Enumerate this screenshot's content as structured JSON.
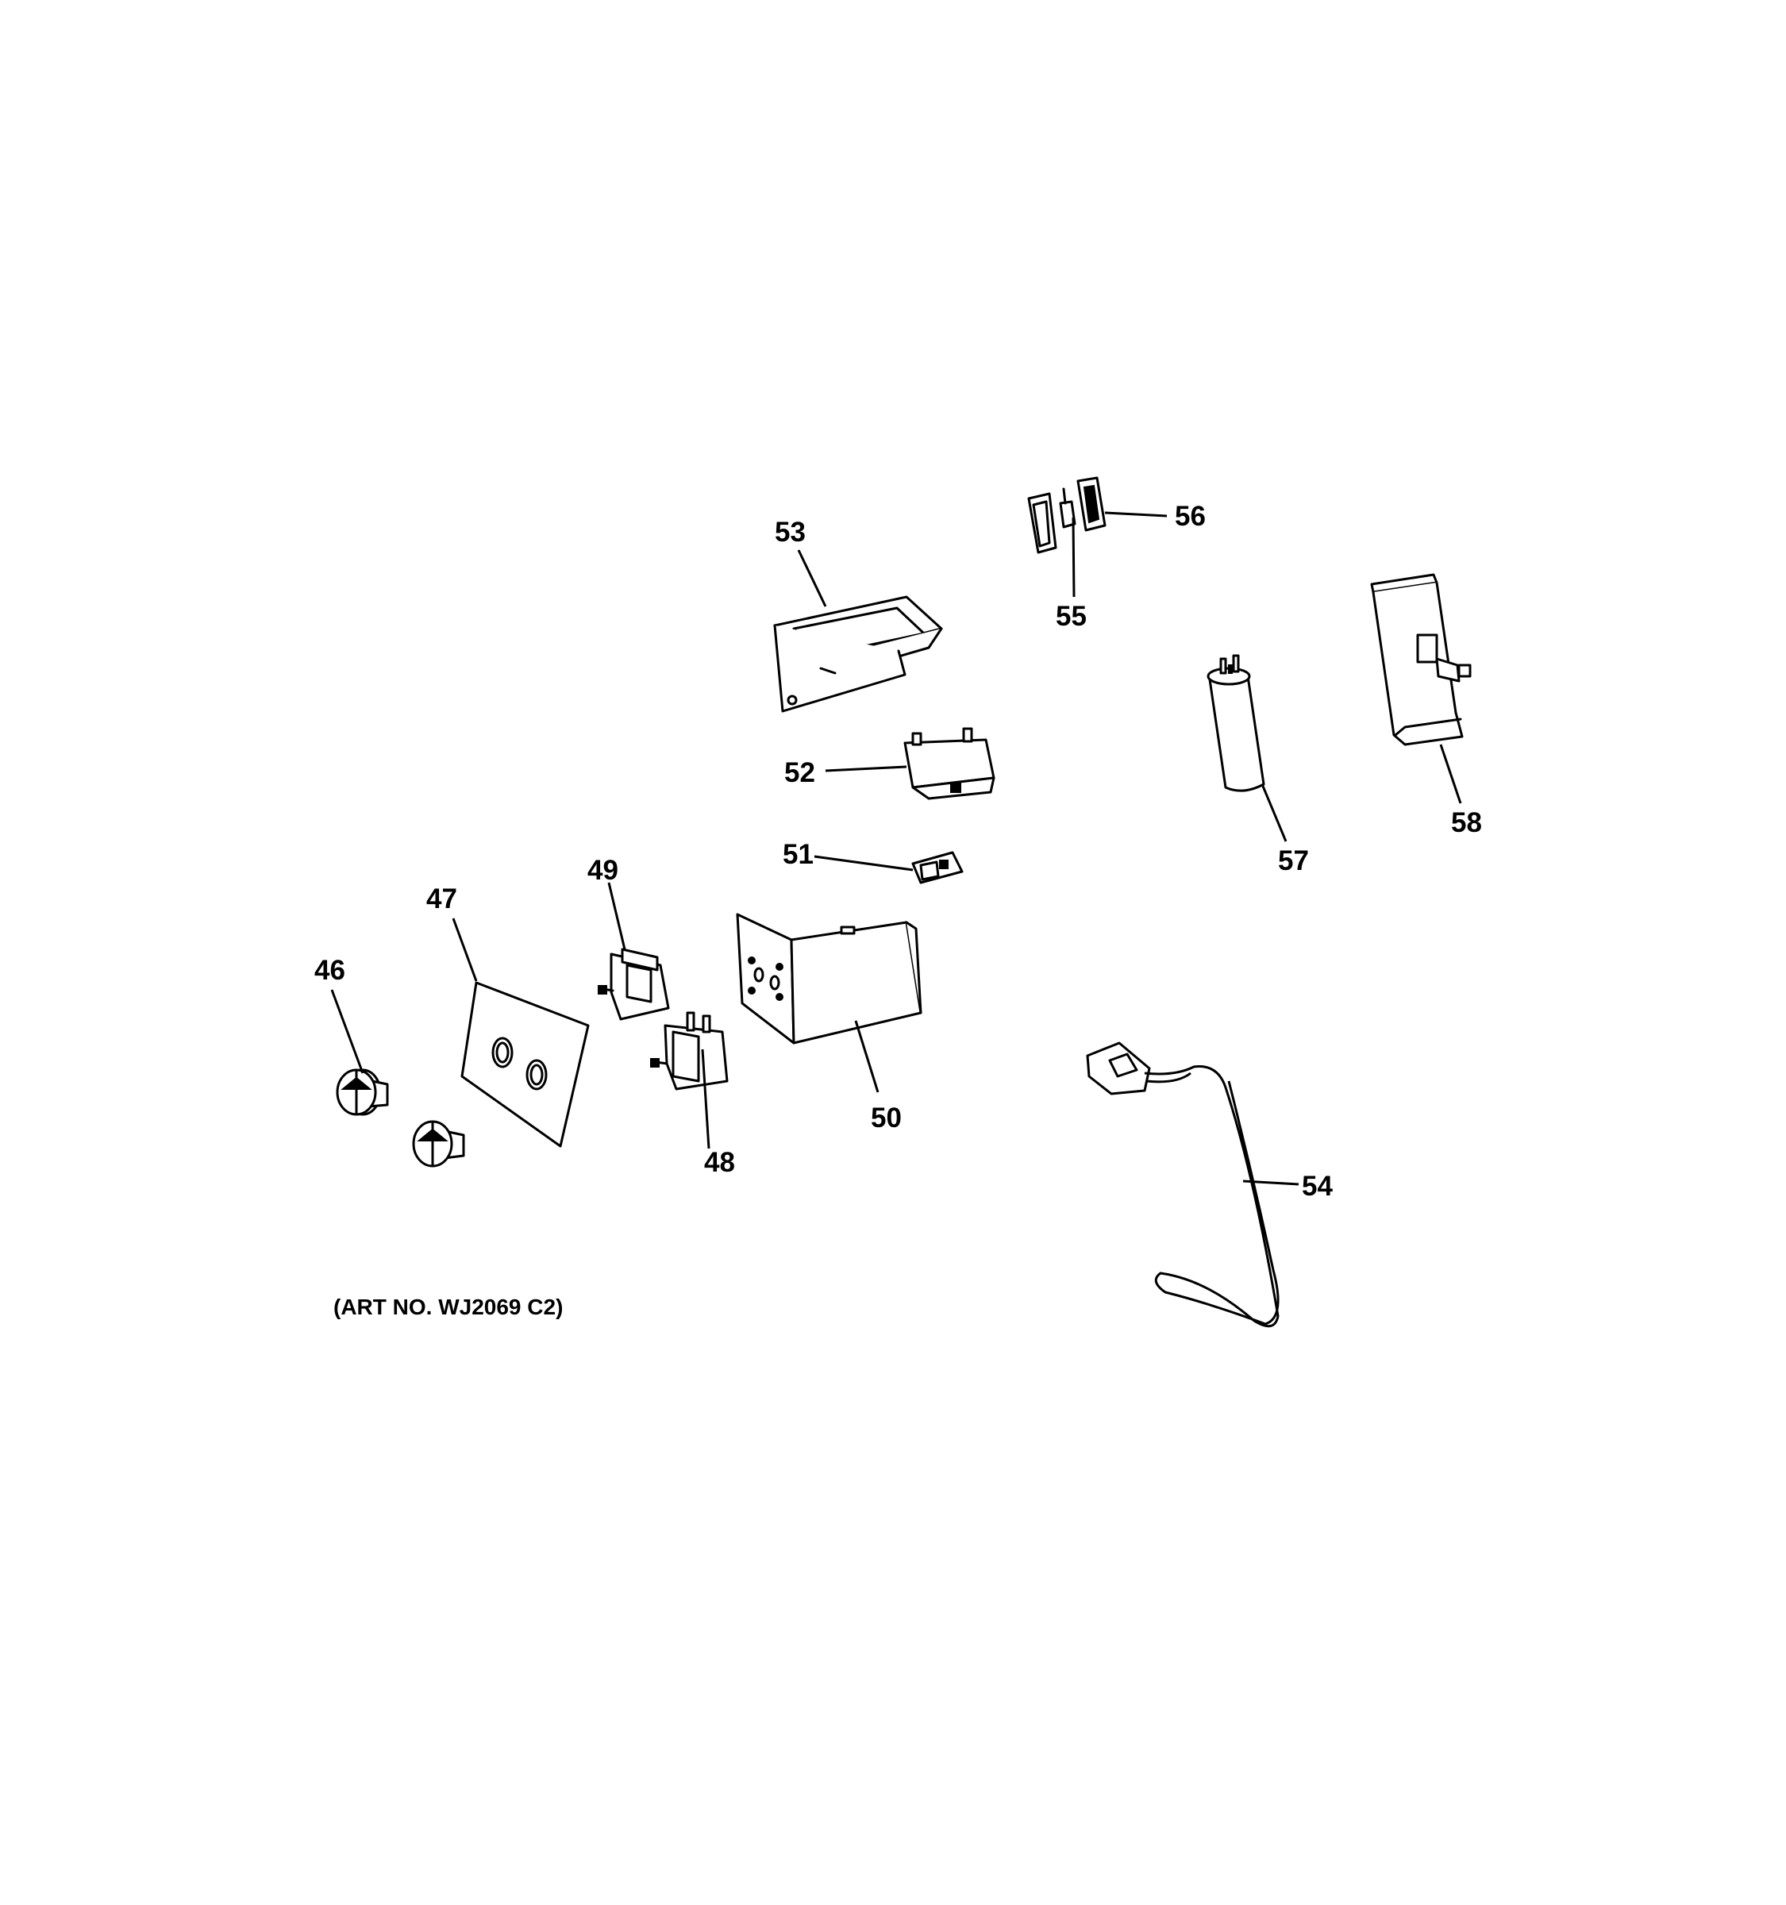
{
  "callouts": {
    "c46": "46",
    "c47": "47",
    "c48": "48",
    "c49": "49",
    "c50": "50",
    "c51": "51",
    "c52": "52",
    "c53": "53",
    "c54": "54",
    "c55": "55",
    "c56": "56",
    "c57": "57",
    "c58": "58"
  },
  "art_number": "(ART NO. WJ2069 C2)",
  "colors": {
    "line": "#000000",
    "background": "#ffffff"
  }
}
